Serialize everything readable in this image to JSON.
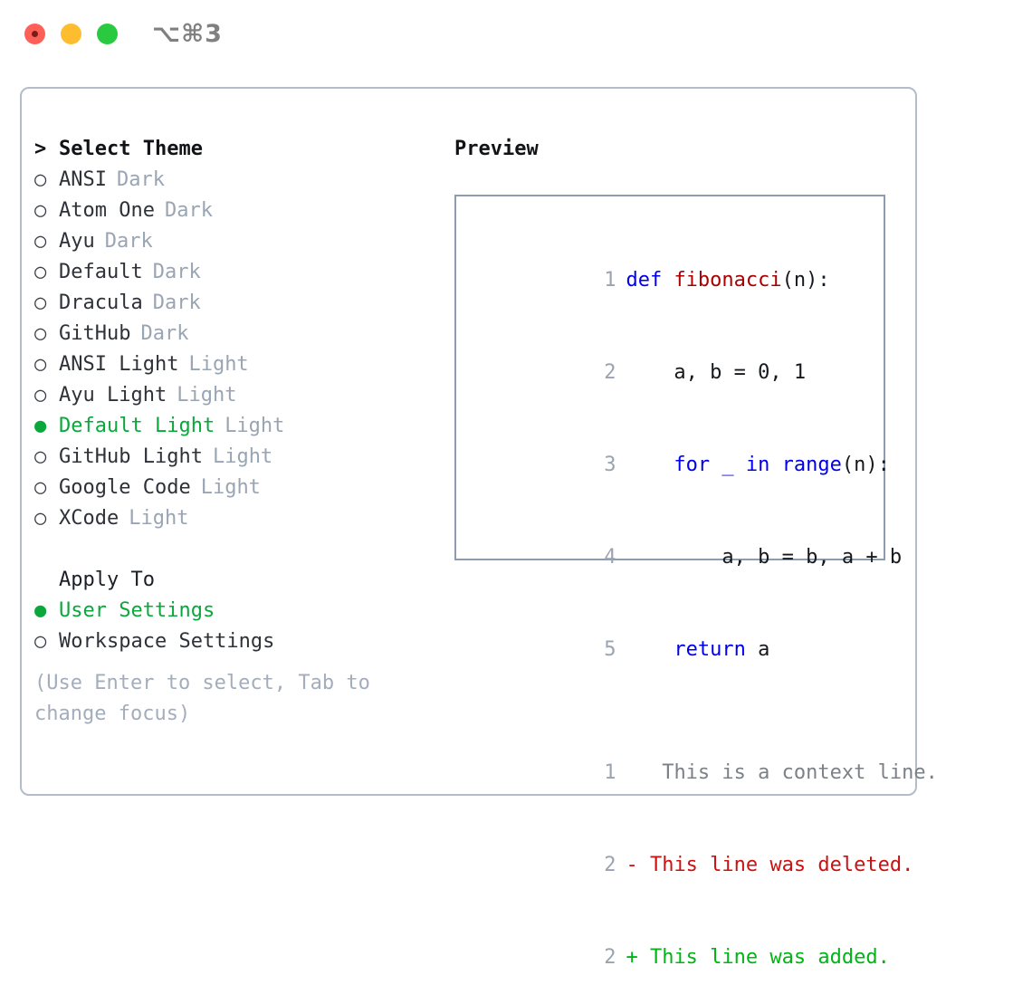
{
  "window": {
    "title": "⌥⌘3",
    "traffic_lights": [
      "close",
      "minimize",
      "maximize"
    ],
    "colors": {
      "close": "#fc6058",
      "minimize": "#fdbd2e",
      "maximize": "#29c940",
      "accent_green": "#0aa83c",
      "panel_border": "#b3bcca",
      "preview_border": "#8e9bb0",
      "muted": "#9aa5b4",
      "keyword_blue": "#0000f0",
      "function_red": "#aa0000",
      "diff_delete": "#cc1111",
      "diff_add": "#00b515"
    }
  },
  "theme_picker": {
    "header_marker": ">",
    "header_label": "Select Theme",
    "items": [
      {
        "marker": "○",
        "label": "ANSI",
        "tag": "Dark",
        "selected": false
      },
      {
        "marker": "○",
        "label": "Atom One",
        "tag": "Dark",
        "selected": false
      },
      {
        "marker": "○",
        "label": "Ayu",
        "tag": "Dark",
        "selected": false
      },
      {
        "marker": "○",
        "label": "Default",
        "tag": "Dark",
        "selected": false
      },
      {
        "marker": "○",
        "label": "Dracula",
        "tag": "Dark",
        "selected": false
      },
      {
        "marker": "○",
        "label": "GitHub",
        "tag": "Dark",
        "selected": false
      },
      {
        "marker": "○",
        "label": "ANSI Light",
        "tag": "Light",
        "selected": false
      },
      {
        "marker": "○",
        "label": "Ayu Light",
        "tag": "Light",
        "selected": false
      },
      {
        "marker": "●",
        "label": "Default Light",
        "tag": "Light",
        "selected": true
      },
      {
        "marker": "○",
        "label": "GitHub Light",
        "tag": "Light",
        "selected": false
      },
      {
        "marker": "○",
        "label": "Google Code",
        "tag": "Light",
        "selected": false
      },
      {
        "marker": "○",
        "label": "XCode",
        "tag": "Light",
        "selected": false
      }
    ]
  },
  "apply_to": {
    "section_label": "Apply To",
    "items": [
      {
        "marker": "●",
        "label": "User Settings",
        "selected": true
      },
      {
        "marker": "○",
        "label": "Workspace Settings",
        "selected": false
      }
    ]
  },
  "hint": "(Use Enter to select, Tab to change focus)",
  "preview": {
    "title": "Preview",
    "code_lines": [
      {
        "num": "1",
        "tokens": [
          {
            "t": "def ",
            "c": "kw"
          },
          {
            "t": "fibonacci",
            "c": "fn"
          },
          {
            "t": "(n):",
            "c": "plain"
          }
        ]
      },
      {
        "num": "2",
        "tokens": [
          {
            "t": "    a, b = 0, 1",
            "c": "plain"
          }
        ]
      },
      {
        "num": "3",
        "tokens": [
          {
            "t": "    for _ in range",
            "c": "kw"
          },
          {
            "t": "(n):",
            "c": "plain"
          }
        ]
      },
      {
        "num": "4",
        "tokens": [
          {
            "t": "        a, b = b, a + b",
            "c": "plain"
          }
        ]
      },
      {
        "num": "5",
        "tokens": [
          {
            "t": "    return",
            "c": "kw"
          },
          {
            "t": " a",
            "c": "plain"
          }
        ]
      }
    ],
    "diff_lines": [
      {
        "num": "1",
        "sign": " ",
        "text": "  This is a context line.",
        "kind": "ctx"
      },
      {
        "num": "2",
        "sign": "-",
        "text": " This line was deleted.",
        "kind": "del"
      },
      {
        "num": "2",
        "sign": "+",
        "text": " This line was added.",
        "kind": "add"
      }
    ]
  }
}
